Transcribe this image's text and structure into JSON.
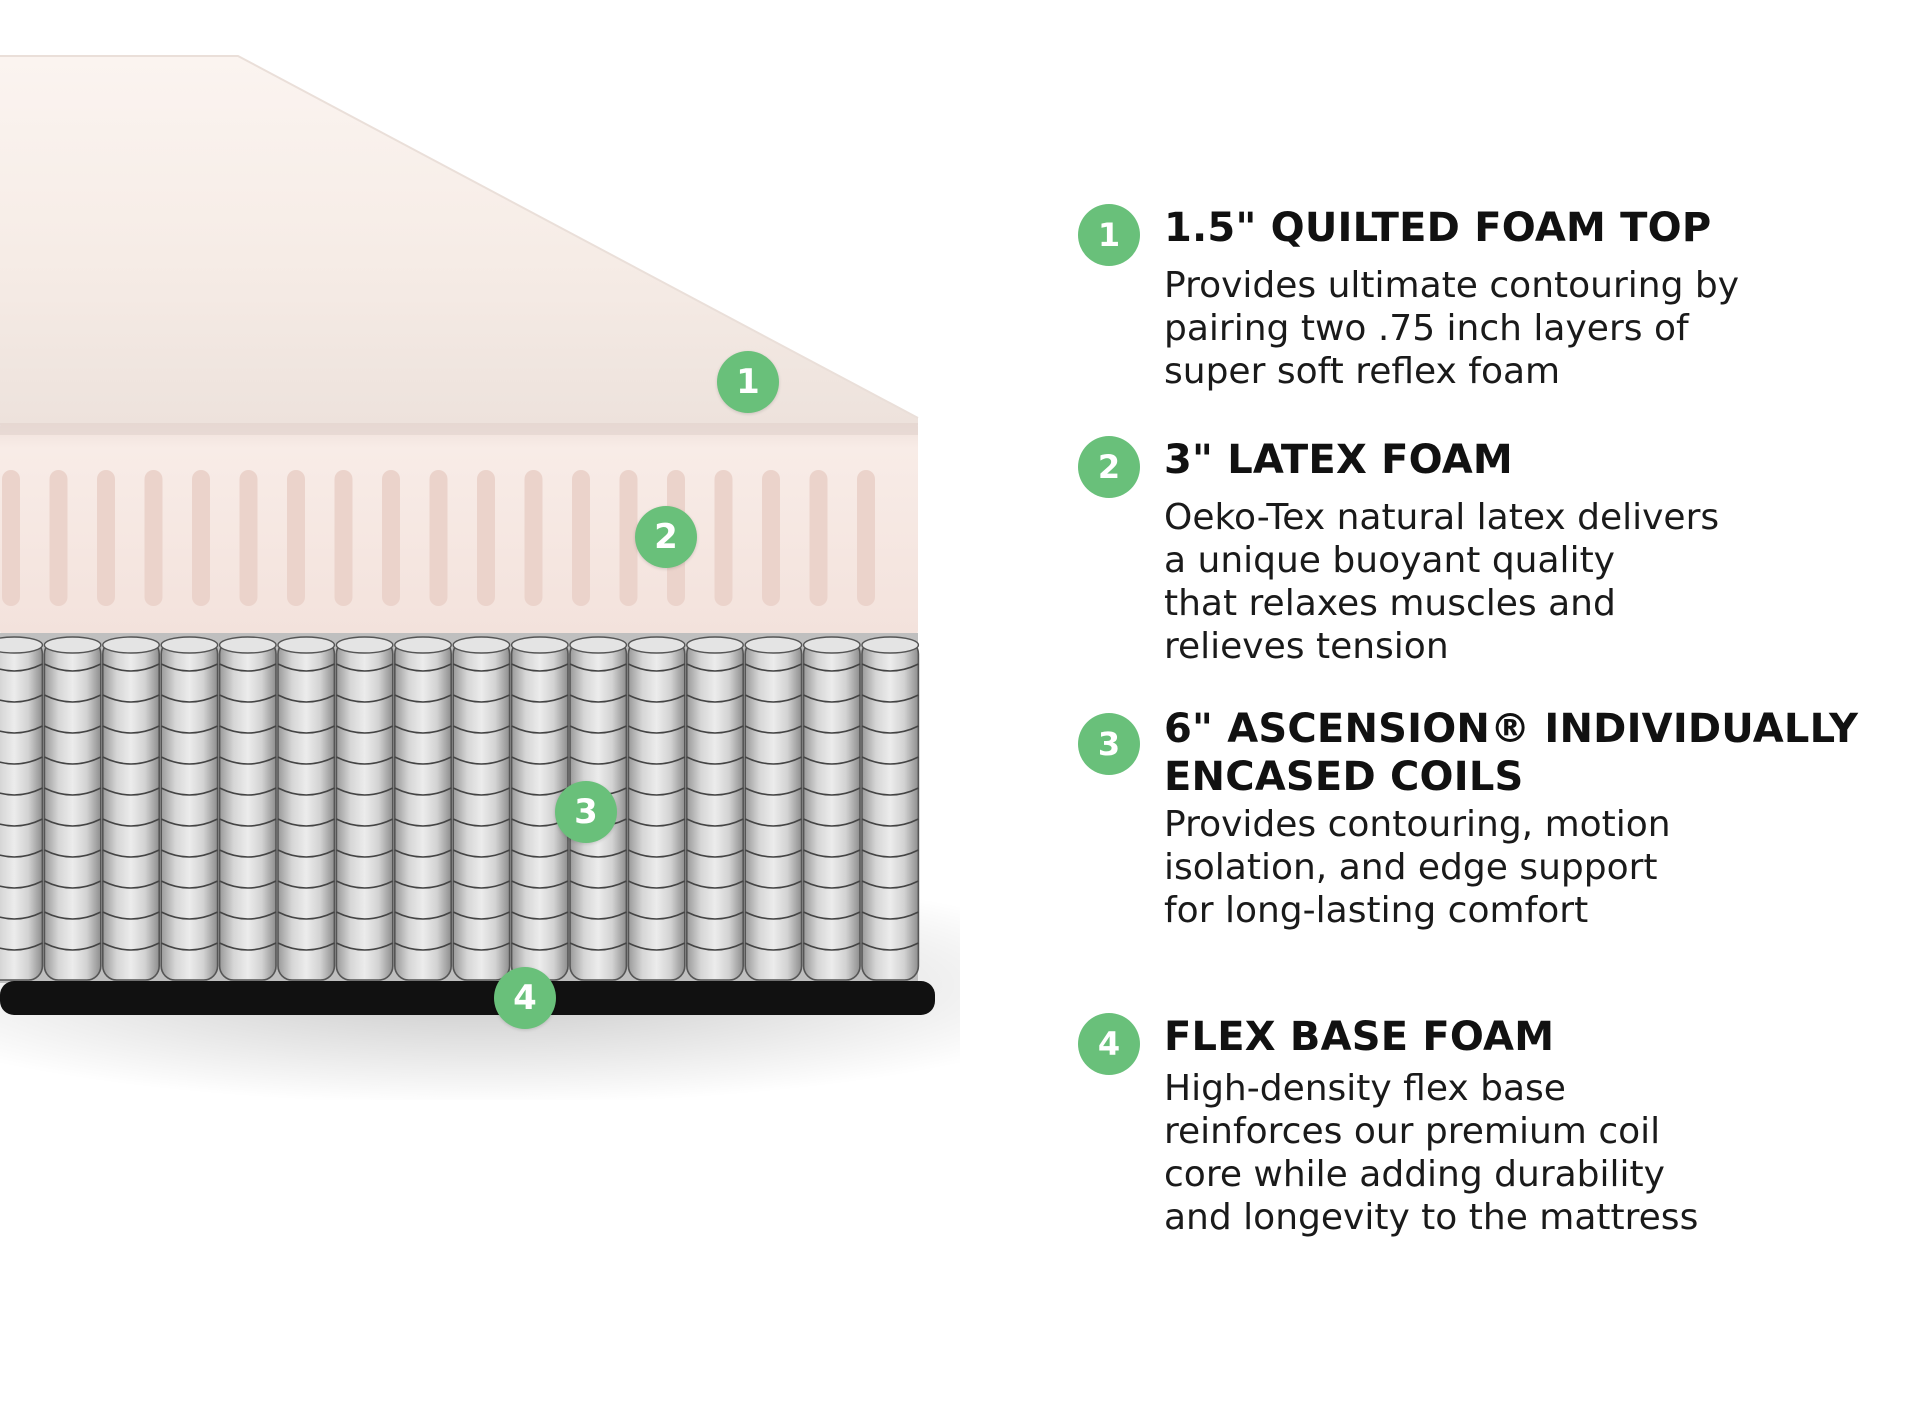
{
  "colors": {
    "marker_green": "#69c07a",
    "top_foam": "#f7ece6",
    "latex_foam": "#f4e1da",
    "coil_gray": "#c9c9c9",
    "base_black": "#111111"
  },
  "diagram": {
    "markers": [
      "1",
      "2",
      "3",
      "4"
    ]
  },
  "layers": [
    {
      "number": "1",
      "title": "1.5\" QUILTED FOAM TOP",
      "description": "Provides ultimate contouring by\npairing two .75 inch layers of\nsuper soft reflex foam"
    },
    {
      "number": "2",
      "title": "3\" LATEX FOAM",
      "description": "Oeko-Tex natural latex delivers\na unique buoyant quality\nthat relaxes muscles and\nrelieves tension"
    },
    {
      "number": "3",
      "title": "6\" ASCENSION® INDIVIDUALLY\nENCASED COILS",
      "description": "Provides contouring, motion\nisolation, and edge support\nfor long-lasting comfort"
    },
    {
      "number": "4",
      "title": "FLEX BASE FOAM",
      "description": "High-density flex base\nreinforces our premium coil\ncore while adding durability\nand longevity to the mattress"
    }
  ]
}
